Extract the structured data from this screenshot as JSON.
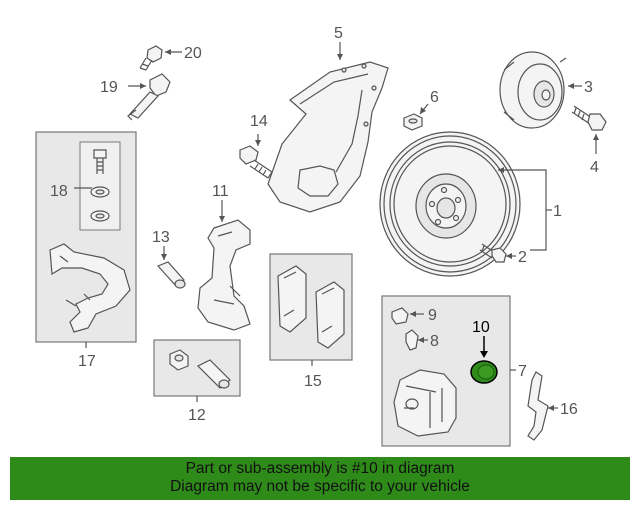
{
  "callouts": {
    "n1": "1",
    "n2": "2",
    "n3": "3",
    "n4": "4",
    "n5": "5",
    "n6": "6",
    "n7": "7",
    "n8": "8",
    "n9": "9",
    "n10": "10",
    "n11": "11",
    "n12": "12",
    "n13": "13",
    "n14": "14",
    "n15": "15",
    "n16": "16",
    "n17": "17",
    "n18": "18",
    "n19": "19",
    "n20": "20"
  },
  "highlight": {
    "color": "#2e8b1a"
  },
  "banner": {
    "line1": "Part or sub-assembly is #10 in diagram",
    "line2": "Diagram may not be specific to your vehicle",
    "color": "#2e8b1a"
  }
}
